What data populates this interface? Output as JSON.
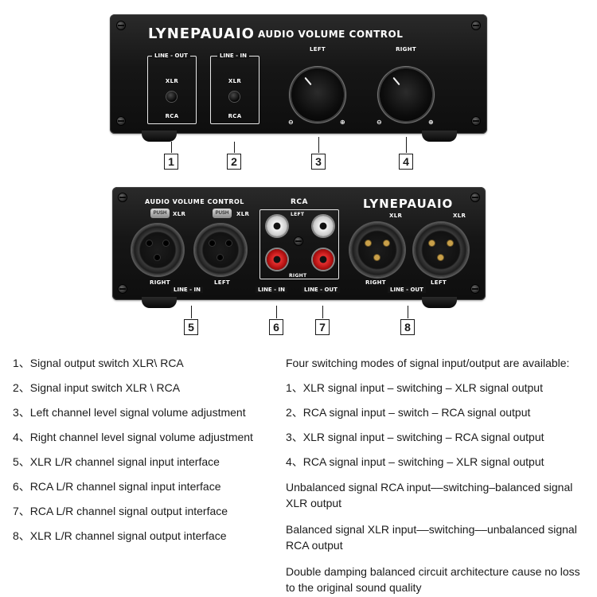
{
  "front_panel": {
    "brand": "LYNEPAUAIO",
    "title": "AUDIO VOLUME CONTROL",
    "line_out_label": "LINE - OUT",
    "line_in_label": "LINE - IN",
    "switch_top_label": "XLR",
    "switch_bottom_label": "RCA",
    "knob_left_label": "LEFT",
    "knob_right_label": "RIGHT",
    "knob_min_symbol": "⊖",
    "knob_max_symbol": "⊕"
  },
  "rear_panel": {
    "title": "AUDIO VOLUME CONTROL",
    "brand": "LYNEPAUAIO",
    "rca_label": "RCA",
    "xlr_label": "XLR",
    "lock_tab_label": "PUSH",
    "left_label": "LEFT",
    "right_label": "RIGHT",
    "line_in_label": "LINE - IN",
    "line_out_label": "LINE - OUT"
  },
  "callouts": [
    "1",
    "2",
    "3",
    "4",
    "5",
    "6",
    "7",
    "8"
  ],
  "legend": [
    "1、Signal output switch XLR\\ RCA",
    "2、Signal input switch XLR \\ RCA",
    "3、Left channel level signal volume adjustment",
    "4、Right channel level signal volume adjustment",
    "5、XLR L/R channel signal input interface",
    "6、RCA L/R channel signal input interface",
    "7、RCA L/R channel signal output interface",
    "8、XLR L/R channel signal output interface"
  ],
  "modes": {
    "heading": "Four switching modes of signal input/output are available:",
    "items": [
      "1、XLR signal input – switching – XLR signal output",
      "2、RCA signal input – switch – RCA signal output",
      "3、XLR signal input – switching – RCA signal output",
      "4、RCA signal input – switching – XLR signal output"
    ],
    "notes": [
      "Unbalanced signal RCA input––switching–balanced signal XLR output",
      "Balanced signal XLR input––switching––unbalanced signal RCA output",
      "Double damping balanced circuit architecture cause no loss to the original sound quality"
    ]
  },
  "colors": {
    "panel": "#151515",
    "rca_white": "#f2f2f2",
    "rca_red": "#e53030",
    "xlr_pin_gold": "#c9a04a"
  }
}
